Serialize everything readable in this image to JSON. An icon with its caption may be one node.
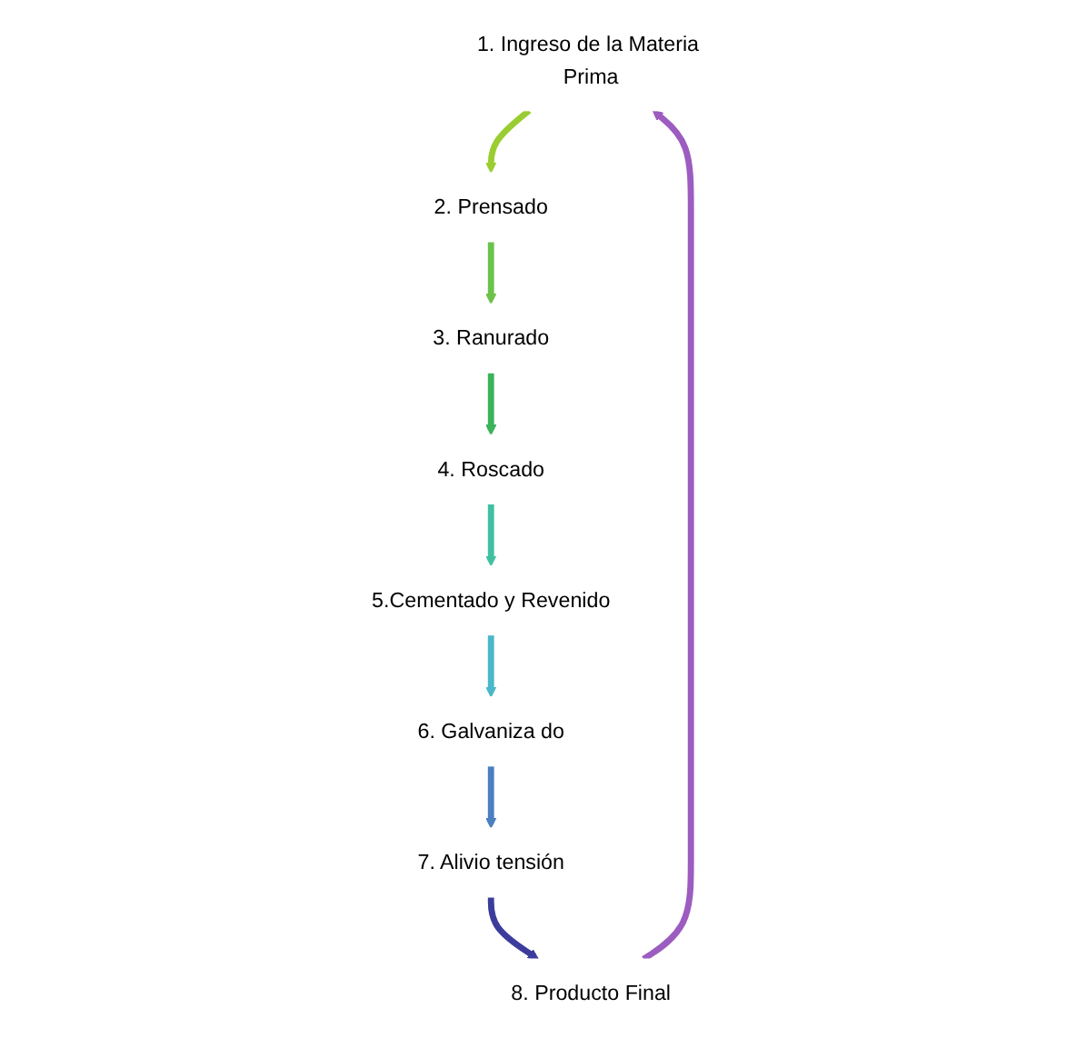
{
  "diagram": {
    "nodes": [
      {
        "text": [
          "1. Ingreso de la Materia Prima"
        ]
      },
      {
        "text": [
          "2. Prensado"
        ]
      },
      {
        "text": [
          "3. Ranurado"
        ]
      },
      {
        "text": [
          "4. Roscado"
        ]
      },
      {
        "text": [
          "5.Cementado y Revenido"
        ]
      },
      {
        "text": [
          "6. Galvaniza do"
        ]
      },
      {
        "text": [
          "7. Alivio tensión"
        ]
      },
      {
        "text": [
          "8. Producto Final"
        ]
      }
    ],
    "edges": [
      {
        "from": 0,
        "to": 1,
        "arrow": "to",
        "color": "#9acd32"
      },
      {
        "from": 1,
        "to": 2,
        "arrow": "to",
        "color": "#6cc24a"
      },
      {
        "from": 2,
        "to": 3,
        "arrow": "to",
        "color": "#3cb35a"
      },
      {
        "from": 3,
        "to": 4,
        "arrow": "to",
        "color": "#40c0a0"
      },
      {
        "from": 4,
        "to": 5,
        "arrow": "to",
        "color": "#4ab8c8"
      },
      {
        "from": 5,
        "to": 6,
        "arrow": "to",
        "color": "#4a7fc0"
      },
      {
        "from": 6,
        "to": 7,
        "arrow": "to",
        "color": "#3c3c9c"
      },
      {
        "from": 7,
        "to": 0,
        "arrow": "to",
        "color": "#9c5cc0"
      }
    ]
  }
}
